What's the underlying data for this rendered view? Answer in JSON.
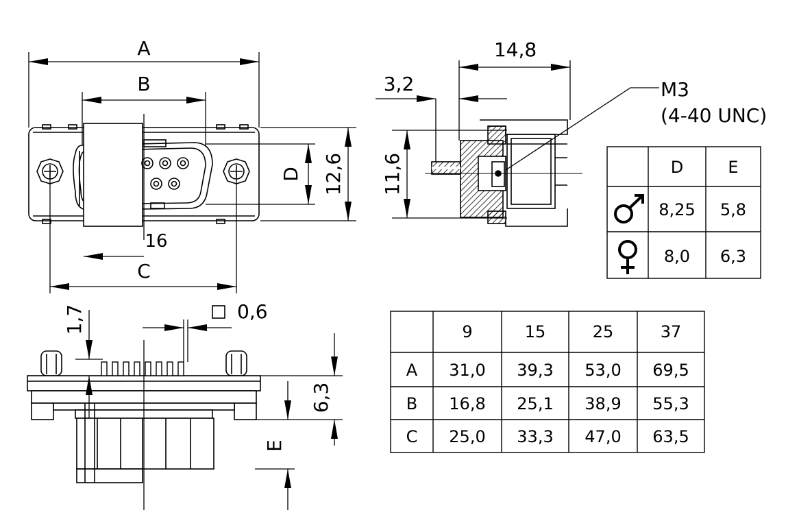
{
  "labels": {
    "A": "A",
    "B": "B",
    "C": "C",
    "D": "D",
    "E": "E",
    "sixteen": "16",
    "h12_6": "12,6",
    "w14_8": "14,8",
    "w3_2": "3,2",
    "h11_6": "11,6",
    "thread_1": "M3",
    "thread_2": "(4-40  UNC)",
    "v1_7": "1,7",
    "flatness": "0,6",
    "h6_3": "6,3"
  },
  "table_de": {
    "headers": [
      "",
      "D",
      "E"
    ],
    "rows": [
      {
        "symbol": "male-symbol",
        "d": "8,25",
        "e": "5,8"
      },
      {
        "symbol": "female-symbol",
        "d": "8,0",
        "e": "6,3"
      }
    ]
  },
  "table_abc": {
    "headers": [
      "",
      "9",
      "15",
      "25",
      "37"
    ],
    "rows": [
      {
        "label": "A",
        "values": [
          "31,0",
          "39,3",
          "53,0",
          "69,5"
        ]
      },
      {
        "label": "B",
        "values": [
          "16,8",
          "25,1",
          "38,9",
          "55,3"
        ]
      },
      {
        "label": "C",
        "values": [
          "25,0",
          "33,3",
          "47,0",
          "63,5"
        ]
      }
    ]
  }
}
